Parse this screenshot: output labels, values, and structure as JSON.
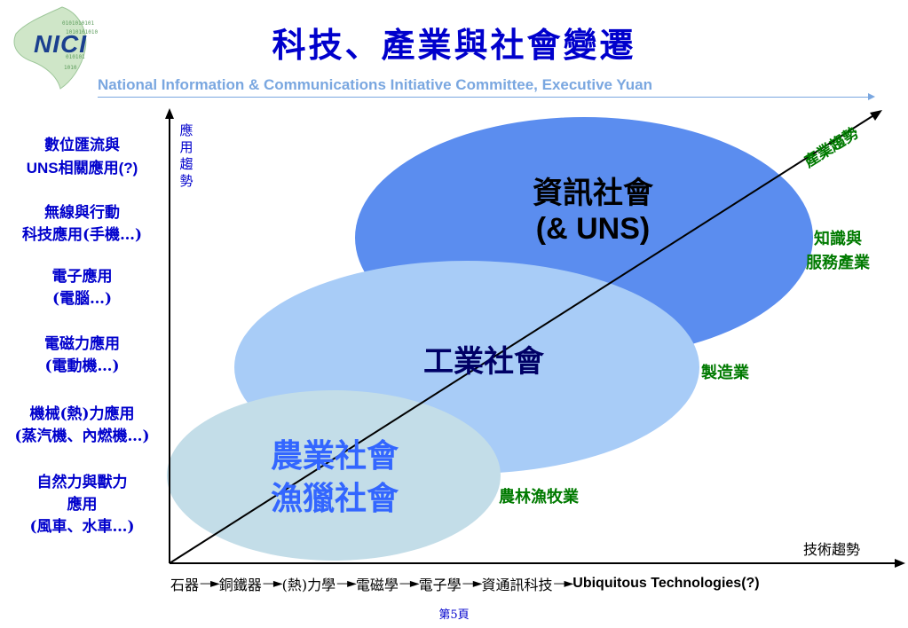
{
  "logo": {
    "text": "NICI",
    "icon": "taiwan-map-logo-icon"
  },
  "title": "科技、產業與社會變遷",
  "subtitle": "National Information & Communications Initiative Committee, Executive Yuan",
  "y_axis_label": "應用趨勢",
  "x_axis_label": "技術趨勢",
  "diagonal_label": "產業趨勢",
  "left_labels": [
    {
      "line1": "數位匯流與",
      "line2": "UNS相關應用(?)"
    },
    {
      "line1": "無線與行動",
      "line2": "科技應用(手機…)"
    },
    {
      "line1": "電子應用",
      "line2": "(電腦…)"
    },
    {
      "line1": "電磁力應用",
      "line2": "(電動機…)"
    },
    {
      "line1": "機械(熱)力應用",
      "line2": "(蒸汽機、內燃機…)"
    },
    {
      "line1": "自然力與獸力",
      "line2": "應用",
      "line3": "(風車、水車…)"
    }
  ],
  "eras": {
    "info": {
      "line1": "資訊社會",
      "line2": "(& UNS)"
    },
    "industry": "工業社會",
    "agri": {
      "line1": "農業社會",
      "line2": "漁獵社會"
    }
  },
  "industries": {
    "knowledge": {
      "line1": "知識與",
      "line2": "服務產業"
    },
    "manufacturing": "製造業",
    "agri": "農林漁牧業"
  },
  "tech_sequence": [
    "石器",
    "銅鐵器",
    "(熱)力學",
    "電磁學",
    "電子學",
    "資通訊科技",
    "Ubiquitous Technologies(?)"
  ],
  "page_number": "第5頁",
  "colors": {
    "title": "#0000cc",
    "info_ellipse": "#5b8def",
    "industry_ellipse": "#a8ccf7",
    "agri_ellipse": "#c3dde8",
    "industry_text": "#007a00"
  }
}
